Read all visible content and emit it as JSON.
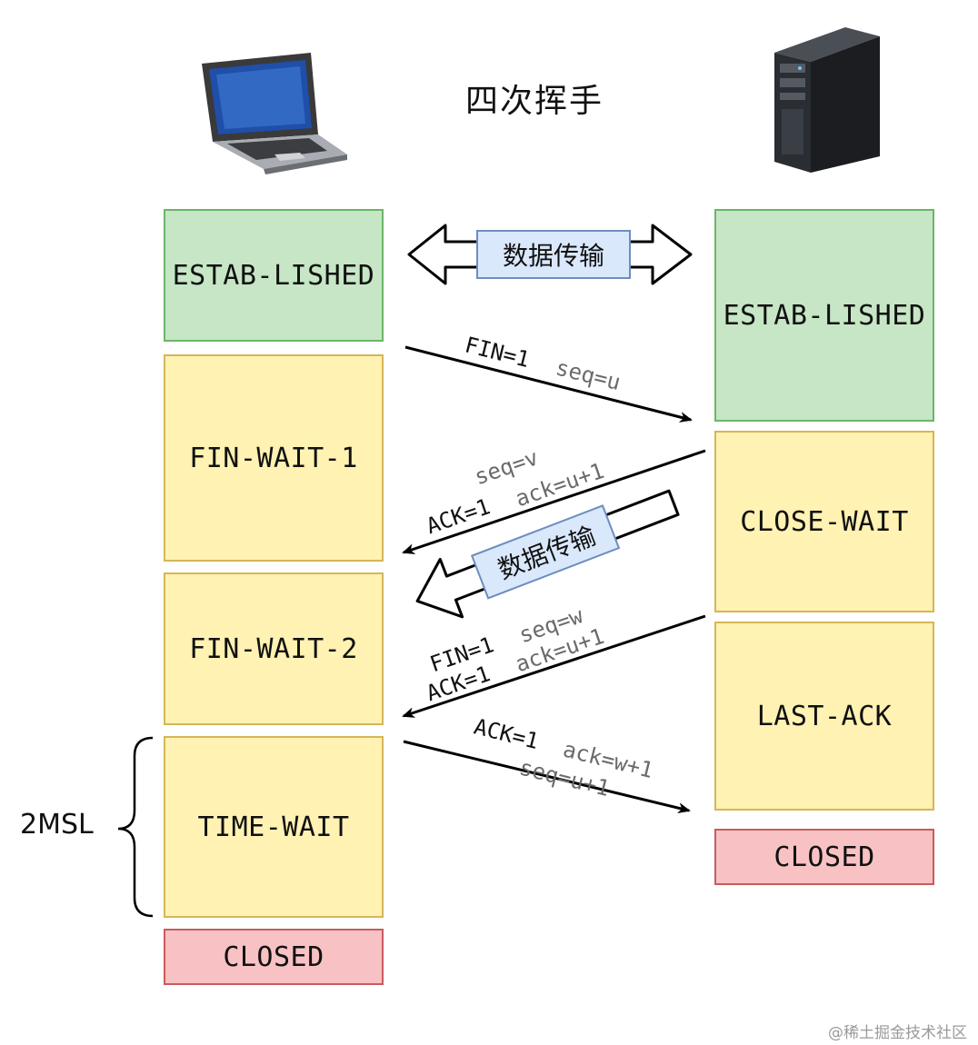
{
  "title": "四次挥手",
  "data_transfer_label": "数据传输",
  "msl_label": "2MSL",
  "client_states": [
    "ESTAB-LISHED",
    "FIN-WAIT-1",
    "FIN-WAIT-2",
    "TIME-WAIT",
    "CLOSED"
  ],
  "server_states": [
    "ESTAB-LISHED",
    "CLOSE-WAIT",
    "LAST-ACK",
    "CLOSED"
  ],
  "messages": {
    "m1": {
      "a": "FIN=1",
      "b": "seq=u"
    },
    "m2": {
      "a": "seq=v",
      "b": "ACK=1",
      "c": "ack=u+1"
    },
    "m3": {
      "a": "FIN=1",
      "b": "seq=w",
      "c": "ACK=1",
      "d": "ack=u+1"
    },
    "m4": {
      "a": "ACK=1",
      "b": "ack=w+1",
      "c": "seq=u+1"
    }
  },
  "watermark": "@稀土掘金技术社区",
  "colors": {
    "established_fill": "#c6e6c5",
    "wait_fill": "#fff2b3",
    "closed_fill": "#f8c1c3",
    "data_label_fill": "#dae8fc"
  }
}
